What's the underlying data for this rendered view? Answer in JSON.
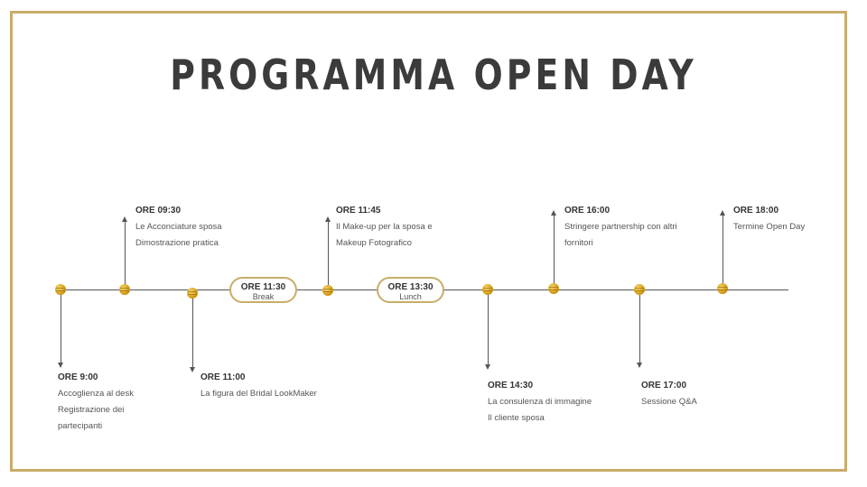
{
  "title": "PROGRAMMA OPEN DAY",
  "breaks": [
    {
      "time": "ORE 11:30",
      "label": "Break"
    },
    {
      "time": "ORE 13:30",
      "label": "Lunch"
    }
  ],
  "events": [
    {
      "time": "ORE 9:00",
      "lines": [
        "Accoglienza al desk",
        "Registrazione dei",
        "partecipanti"
      ]
    },
    {
      "time": "ORE 09:30",
      "lines": [
        "Le Acconciature sposa",
        "Dimostrazione pratica"
      ]
    },
    {
      "time": "ORE 11:00",
      "lines": [
        "La figura del Bridal LookMaker"
      ]
    },
    {
      "time": "ORE 11:45",
      "lines": [
        "Il Make-up per la sposa e",
        "Makeup Fotografico"
      ]
    },
    {
      "time": "ORE 14:30",
      "lines": [
        "La consulenza di immagine",
        "Il cliente sposa"
      ]
    },
    {
      "time": "ORE 16:00",
      "lines": [
        "Stringere partnership con altri",
        "fornitori"
      ]
    },
    {
      "time": "ORE 17:00",
      "lines": [
        "Sessione Q&A"
      ]
    },
    {
      "time": "ORE 18:00",
      "lines": [
        "Termine Open Day"
      ]
    }
  ],
  "colors": {
    "frame": "#c8ad6a",
    "marker": "#d8a21c",
    "text": "#3b3b3b"
  }
}
